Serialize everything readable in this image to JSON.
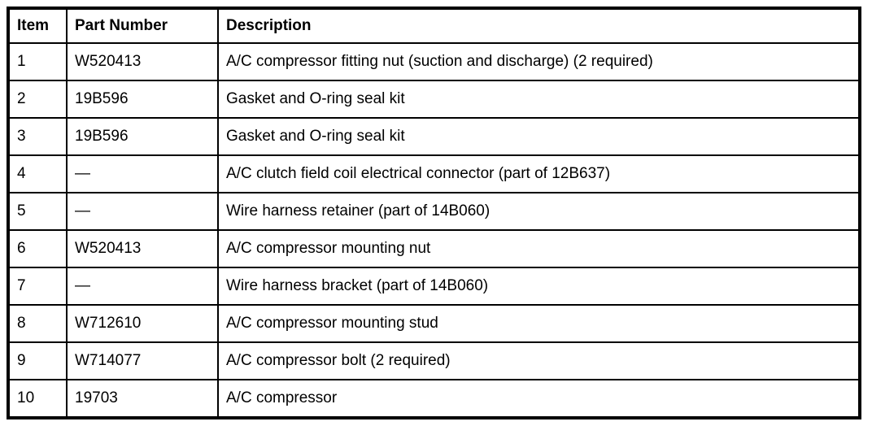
{
  "page": {
    "background": "#ffffff",
    "border_color": "#000000",
    "text_color": "#000000"
  },
  "table": {
    "columns": [
      {
        "label": "Item"
      },
      {
        "label": "Part Number"
      },
      {
        "label": "Description"
      }
    ],
    "rows": [
      {
        "item": "1",
        "part_number": "W520413",
        "description": "A/C compressor fitting nut (suction and discharge) (2 required)"
      },
      {
        "item": "2",
        "part_number": "19B596",
        "description": "Gasket and O-ring seal kit"
      },
      {
        "item": "3",
        "part_number": "19B596",
        "description": "Gasket and O-ring seal kit"
      },
      {
        "item": "4",
        "part_number": "—",
        "description": "A/C clutch field coil electrical connector (part of 12B637)"
      },
      {
        "item": "5",
        "part_number": "—",
        "description": "Wire harness retainer (part of 14B060)"
      },
      {
        "item": "6",
        "part_number": "W520413",
        "description": "A/C compressor mounting nut"
      },
      {
        "item": "7",
        "part_number": "—",
        "description": "Wire harness bracket (part of 14B060)"
      },
      {
        "item": "8",
        "part_number": "W712610",
        "description": "A/C compressor mounting stud"
      },
      {
        "item": "9",
        "part_number": "W714077",
        "description": "A/C compressor bolt (2 required)"
      },
      {
        "item": "10",
        "part_number": "19703",
        "description": "A/C compressor"
      }
    ]
  }
}
